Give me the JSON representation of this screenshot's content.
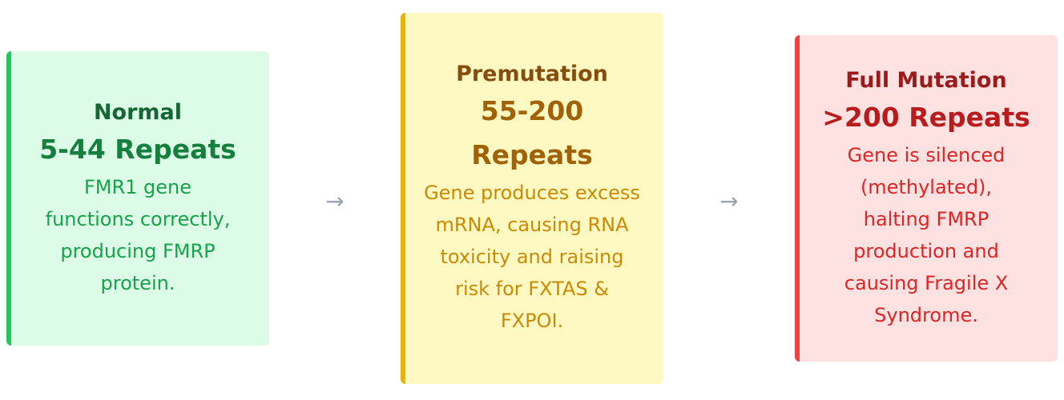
{
  "stages": [
    {
      "title": "Normal",
      "repeats": "5-44 Repeats",
      "description": "FMR1 gene functions correctly, producing FMRP protein.",
      "colors": {
        "background": "#dcfce7",
        "border": "#22c55e",
        "text": "#16a34a"
      }
    },
    {
      "title": "Premutation",
      "repeats": "55-200 Repeats",
      "description": "Gene produces excess mRNA, causing RNA toxicity and raising risk for FXTAS & FXPOI.",
      "colors": {
        "background": "#fef9c3",
        "border": "#eab308",
        "text": "#ca8a04"
      }
    },
    {
      "title": "Full Mutation",
      "repeats": ">200 Repeats",
      "description": "Gene is silenced (methylated), halting FMRP production and causing Fragile X Syndrome.",
      "colors": {
        "background": "#fee2e2",
        "border": "#ef4444",
        "text": "#dc2626"
      }
    }
  ],
  "arrows": [
    "→",
    "→"
  ]
}
